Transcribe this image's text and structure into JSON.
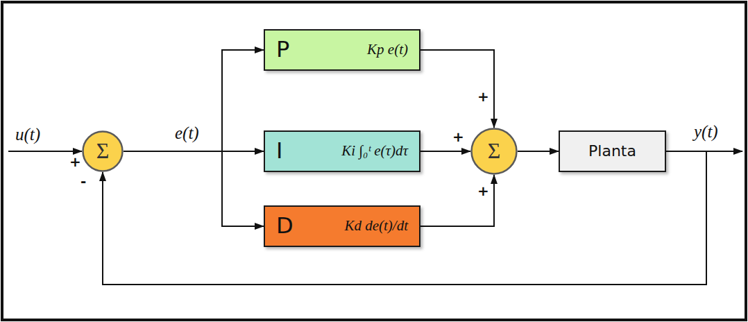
{
  "diagram": {
    "nodes": [
      {
        "text": [
          "Σ"
        ]
      },
      {
        "text": [
          "P",
          "Kp e(t)"
        ]
      },
      {
        "text": [
          "I",
          "Ki ∫₀ᵗ e(τ)dτ"
        ]
      },
      {
        "text": [
          "D",
          "Kd de(t)/dt"
        ]
      },
      {
        "text": [
          "Σ"
        ]
      },
      {
        "text": [
          "Planta"
        ]
      }
    ],
    "edges": [
      {
        "from": 0,
        "to": 1,
        "arrow": "to"
      },
      {
        "from": 0,
        "to": 2,
        "arrow": "to"
      },
      {
        "from": 0,
        "to": 3,
        "arrow": "to"
      },
      {
        "from": 1,
        "to": 4,
        "arrow": "to"
      },
      {
        "from": 2,
        "to": 4,
        "arrow": "to"
      },
      {
        "from": 3,
        "to": 4,
        "arrow": "to"
      },
      {
        "from": 4,
        "to": 5,
        "arrow": "to"
      },
      {
        "from": 5,
        "to": 0,
        "arrow": "to"
      }
    ],
    "labels": [
      "u(t)",
      "+",
      "-",
      "e(t)",
      "+",
      "+",
      "+",
      "y(t)"
    ]
  }
}
